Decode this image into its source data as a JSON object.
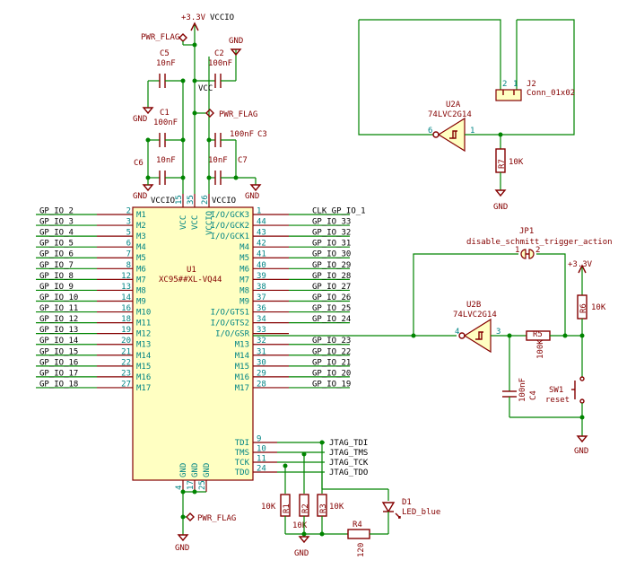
{
  "colors": {
    "wire": "#008400",
    "component": "#840000",
    "pin_text": "#008484",
    "ic_fill": "#ffffc2"
  },
  "u1": {
    "ref": "U1",
    "value": "XC95##XL-VQ44",
    "left_pins": [
      {
        "name": "M1",
        "num": "2",
        "net": "GP_IO_2"
      },
      {
        "name": "M2",
        "num": "3",
        "net": "GP_IO_3"
      },
      {
        "name": "M3",
        "num": "5",
        "net": "GP_IO_4"
      },
      {
        "name": "M4",
        "num": "6",
        "net": "GP_IO_5"
      },
      {
        "name": "M5",
        "num": "7",
        "net": "GP_IO_6"
      },
      {
        "name": "M6",
        "num": "8",
        "net": "GP_IO_7"
      },
      {
        "name": "M7",
        "num": "12",
        "net": "GP_IO_8"
      },
      {
        "name": "M8",
        "num": "13",
        "net": "GP_IO_9"
      },
      {
        "name": "M9",
        "num": "14",
        "net": "GP_IO_10"
      },
      {
        "name": "M10",
        "num": "16",
        "net": "GP_IO_11"
      },
      {
        "name": "M11",
        "num": "18",
        "net": "GP_IO_12"
      },
      {
        "name": "M12",
        "num": "19",
        "net": "GP_IO_13"
      },
      {
        "name": "M13",
        "num": "20",
        "net": "GP_IO_14"
      },
      {
        "name": "M14",
        "num": "21",
        "net": "GP_IO_15"
      },
      {
        "name": "M15",
        "num": "22",
        "net": "GP_IO_16"
      },
      {
        "name": "M16",
        "num": "23",
        "net": "GP_IO_17"
      },
      {
        "name": "M17",
        "num": "27",
        "net": "GP_IO_18"
      }
    ],
    "right_pins": [
      {
        "name": "I/O/GCK3",
        "num": "1",
        "net": "CLK_GP_IO_1"
      },
      {
        "name": "I/O/GCK2",
        "num": "44",
        "net": "GP_IO_33"
      },
      {
        "name": "I/O/GCK1",
        "num": "43",
        "net": "GP_IO_32"
      },
      {
        "name": "M4",
        "num": "42",
        "net": "GP_IO_31"
      },
      {
        "name": "M5",
        "num": "41",
        "net": "GP_IO_30"
      },
      {
        "name": "M6",
        "num": "40",
        "net": "GP_IO_29"
      },
      {
        "name": "M7",
        "num": "39",
        "net": "GP_IO_28"
      },
      {
        "name": "M8",
        "num": "38",
        "net": "GP_IO_27"
      },
      {
        "name": "M9",
        "num": "37",
        "net": "GP_IO_26"
      },
      {
        "name": "I/O/GTS1",
        "num": "36",
        "net": "GP_IO_25"
      },
      {
        "name": "I/O/GTS2",
        "num": "34",
        "net": "GP_IO_24"
      },
      {
        "name": "I/O/GSR",
        "num": "33",
        "net": ""
      },
      {
        "name": "M13",
        "num": "32",
        "net": "GP_IO_23"
      },
      {
        "name": "M14",
        "num": "31",
        "net": "GP_IO_22"
      },
      {
        "name": "M15",
        "num": "30",
        "net": "GP_IO_21"
      },
      {
        "name": "M16",
        "num": "29",
        "net": "GP_IO_20"
      },
      {
        "name": "M17",
        "num": "28",
        "net": "GP_IO_19"
      }
    ],
    "jtag_pins": [
      {
        "name": "TDI",
        "num": "9",
        "net": "JTAG_TDI"
      },
      {
        "name": "TMS",
        "num": "10",
        "net": "JTAG_TMS"
      },
      {
        "name": "TCK",
        "num": "11",
        "net": "JTAG_TCK"
      },
      {
        "name": "TDO",
        "num": "24",
        "net": "JTAG_TDO"
      }
    ],
    "top_pins": [
      {
        "name": "VCC",
        "num": "15"
      },
      {
        "name": "VCC",
        "num": "35"
      },
      {
        "name": "VCCIO",
        "num": "26"
      }
    ],
    "bottom_pins": [
      {
        "name": "GND",
        "num": "4"
      },
      {
        "name": "GND",
        "num": "17"
      },
      {
        "name": "GND",
        "num": "25"
      }
    ]
  },
  "power": {
    "v33_top": "+3.3V",
    "vccio_top": "VCCIO",
    "pwr_flag_top": "PWR_FLAG",
    "vcc_label": "VCC",
    "pwr_flag_mid": "PWR_FLAG",
    "vccio_left": "VCCIO",
    "vccio_right": "VCCIO",
    "pwr_flag_bottom": "PWR_FLAG",
    "gnd_bottom": "GND",
    "gnd": "GND",
    "v33_right": "+3.3V"
  },
  "caps": {
    "c5": {
      "ref": "C5",
      "value": "10nF"
    },
    "c2": {
      "ref": "C2",
      "value": "100nF"
    },
    "c1": {
      "ref": "C1",
      "value": "100nF"
    },
    "c3": {
      "ref": "C3",
      "value": "100nF"
    },
    "c6": {
      "ref": "C6",
      "value": "10nF"
    },
    "c7": {
      "ref": "C7",
      "value": "10nF"
    },
    "c4": {
      "ref": "C4",
      "value": "100nF"
    }
  },
  "j2": {
    "ref": "J2",
    "value": "Conn_01x02",
    "pin1": "1",
    "pin2": "2"
  },
  "u2a": {
    "ref": "U2A",
    "value": "74LVC2G14",
    "in": "1",
    "out": "6"
  },
  "u2b": {
    "ref": "U2B",
    "value": "74LVC2G14",
    "in": "3",
    "out": "4"
  },
  "r7": {
    "ref": "R7",
    "value": "10K"
  },
  "jp1": {
    "ref": "JP1",
    "value": "disable_schmitt_trigger_action",
    "p1": "1",
    "p2": "2"
  },
  "r6": {
    "ref": "R6",
    "value": "10K"
  },
  "r5": {
    "ref": "R5",
    "value": "100K"
  },
  "sw1": {
    "ref": "SW1",
    "value": "reset"
  },
  "r1": {
    "ref": "R1",
    "value": "10K"
  },
  "r2": {
    "ref": "R2",
    "value": "10K"
  },
  "r3": {
    "ref": "R3",
    "value": "10K"
  },
  "r4": {
    "ref": "R4",
    "value": "120"
  },
  "d1": {
    "ref": "D1",
    "value": "LED_blue"
  }
}
